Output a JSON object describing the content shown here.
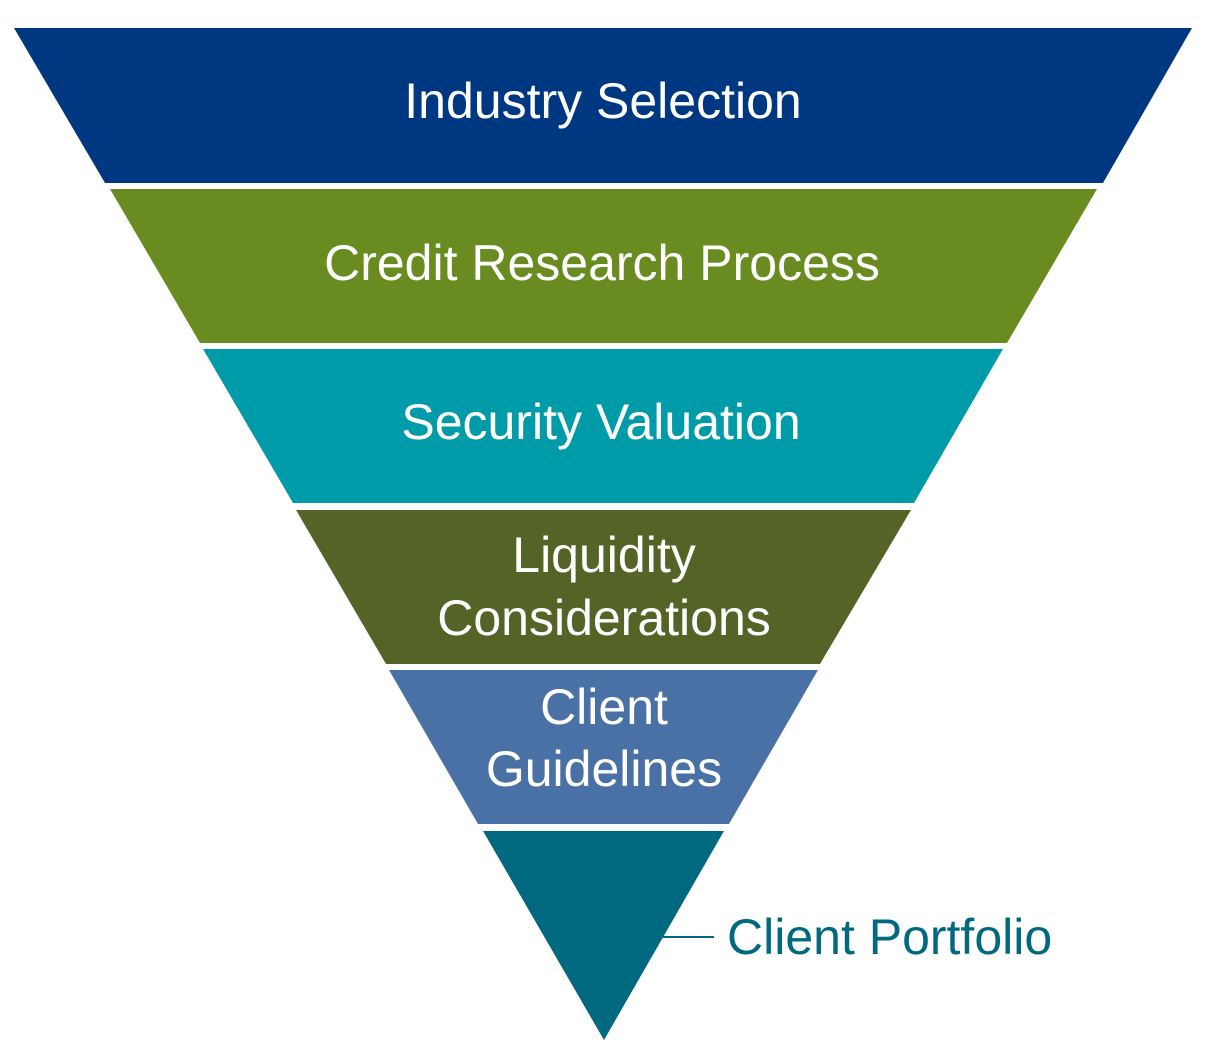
{
  "diagram": {
    "layers": [
      {
        "lines": [
          "Industry Selection"
        ],
        "color": "#003781"
      },
      {
        "lines": [
          "Credit Research Process"
        ],
        "color": "#6A8B1F"
      },
      {
        "lines": [
          "Security Valuation"
        ],
        "color": "#009BA8"
      },
      {
        "lines": [
          "Liquidity",
          "Considerations"
        ],
        "color": "#546427"
      },
      {
        "lines": [
          "Client",
          "Guidelines"
        ],
        "color": "#4A71A5"
      },
      {
        "lines": [],
        "color": "#00687F"
      }
    ],
    "callout": {
      "label": "Client Portfolio",
      "color": "#00687F"
    }
  }
}
